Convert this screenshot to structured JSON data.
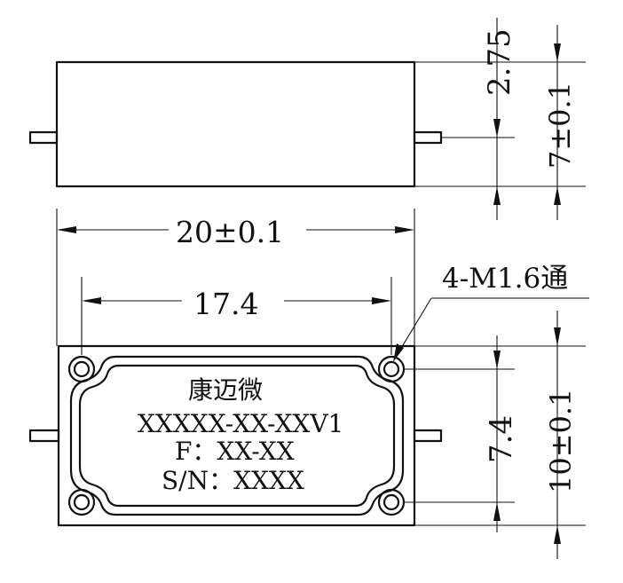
{
  "dimensions": {
    "top_body_height": "2.75",
    "pin_offset": "7±0.1",
    "width_overall": "20±0.1",
    "hole_pitch_x": "17.4",
    "hole_callout": "4-M1.6通",
    "hole_pitch_y": "7.4",
    "height_overall": "10±0.1"
  },
  "label": {
    "brand": "康迈微",
    "model": "XXXXX-XX-XXV1",
    "frequency": "F：XX-XX",
    "serial": "S/N：XXXX"
  }
}
